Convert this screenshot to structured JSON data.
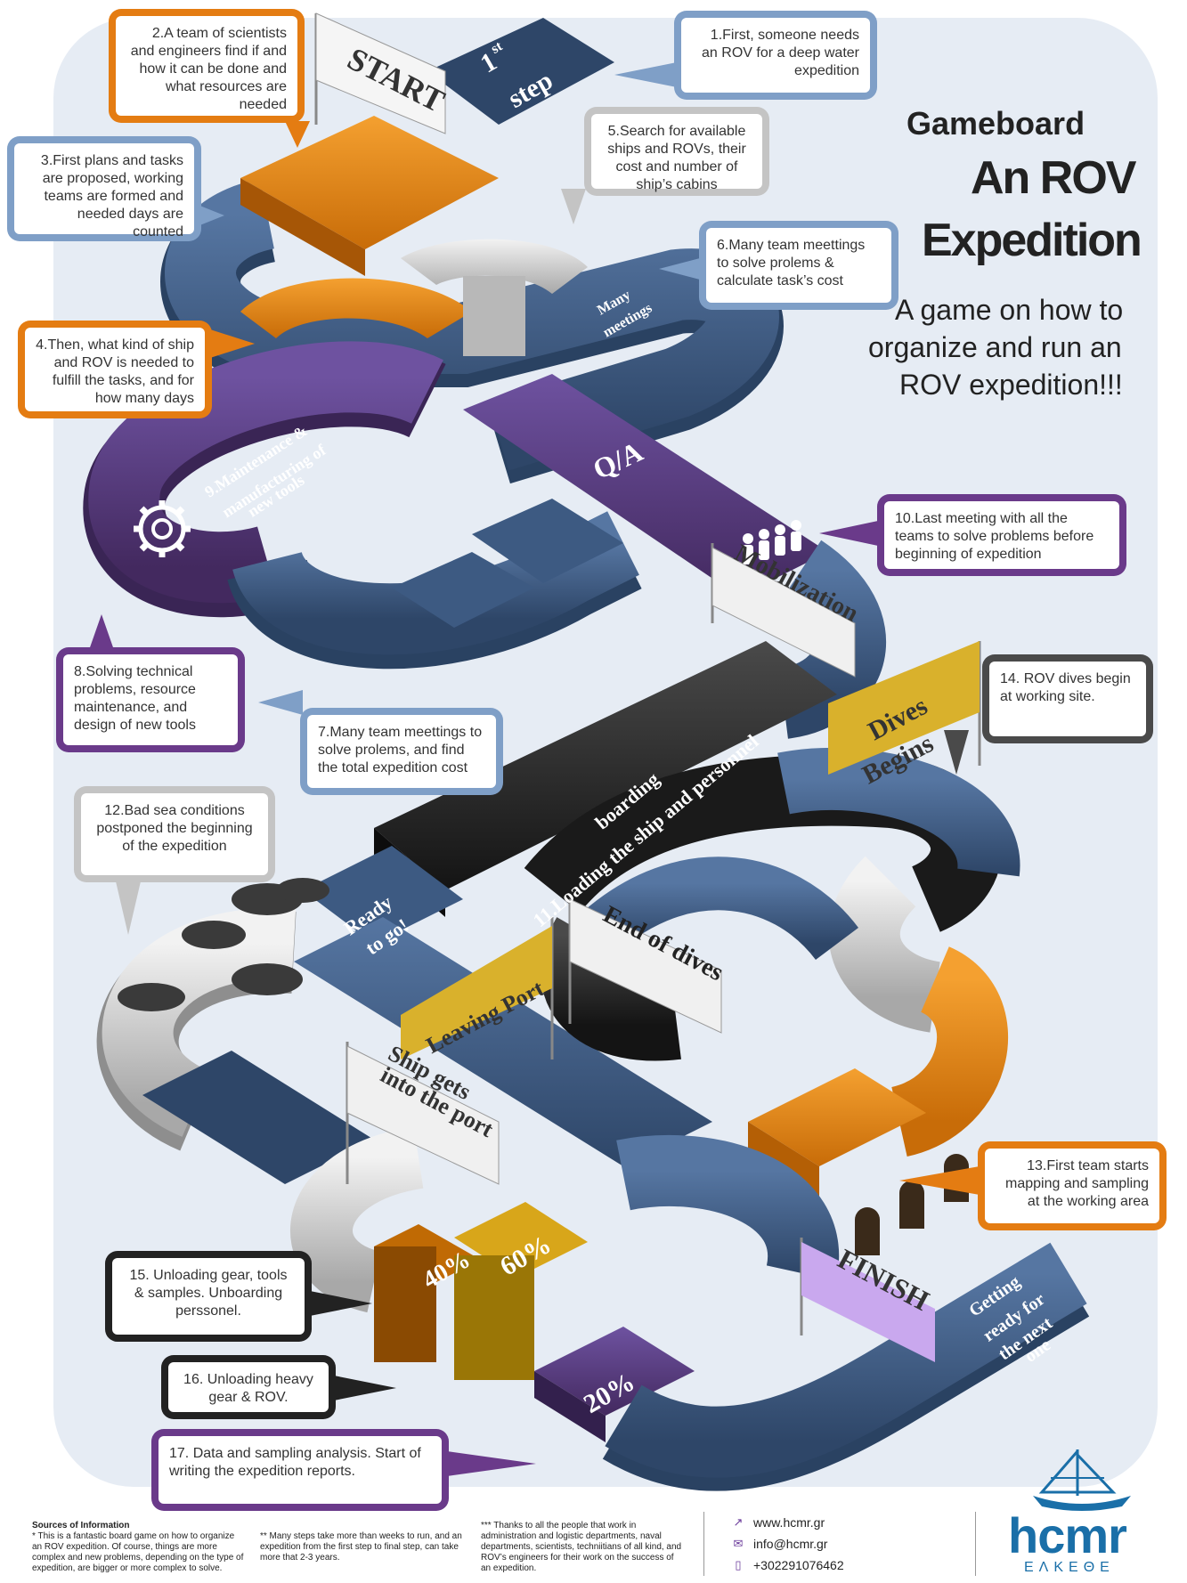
{
  "title": {
    "line1": "Gameboard",
    "line2": "An ROV",
    "line3": "Expedition",
    "subtitle1": "A game on how to",
    "subtitle2": "organize and run an",
    "subtitle3": "ROV expedition!!!"
  },
  "bubbles": [
    {
      "id": "step-1",
      "text": "1.First, someone needs an ROV for a deep water expedition",
      "color": "#7f9fc7"
    },
    {
      "id": "step-2",
      "text": "2.A team of scientists and engineers find if and how it can be done and what resources are needed",
      "color": "#e47c12"
    },
    {
      "id": "step-3",
      "text": "3.First plans and tasks are proposed, working teams are formed and needed days are counted",
      "color": "#7f9fc7"
    },
    {
      "id": "step-4",
      "text": "4.Then, what kind of ship and ROV is needed to fulfill the tasks, and for how many days",
      "color": "#e47c12"
    },
    {
      "id": "step-5",
      "text": "5.Search for available ships and ROVs, their cost and number of ship’s cabins",
      "color": "#c4c4c4"
    },
    {
      "id": "step-6",
      "text": "6.Many team meettings to solve prolems & calculate task’s cost",
      "color": "#7f9fc7"
    },
    {
      "id": "step-7",
      "text": "7.Many team meettings to solve prolems, and find the total expedition cost",
      "color": "#7f9fc7"
    },
    {
      "id": "step-8",
      "text": "8.Solving technical problems, resource maintenance, and design of new tools",
      "color": "#6a3a8a"
    },
    {
      "id": "step-10",
      "text": "10.Last meeting with all the teams to solve problems before beginning of expedition",
      "color": "#6a3a8a"
    },
    {
      "id": "step-12",
      "text": "12.Bad sea conditions postponed the beginning of the expedition",
      "color": "#c4c4c4"
    },
    {
      "id": "step-13",
      "text": "13.First team starts mapping and sampling at the working area",
      "color": "#e47c12"
    },
    {
      "id": "step-14",
      "text": "14. ROV dives begin at working site.",
      "color": "#4a4a4a"
    },
    {
      "id": "step-15",
      "text": "15. Unloading gear, tools & samples. Unboarding perssonel.",
      "color": "#222222"
    },
    {
      "id": "step-16",
      "text": "16. Unloading heavy gear & ROV.",
      "color": "#222222"
    },
    {
      "id": "step-17",
      "text": "17. Data and sampling analysis. Start of writing the expedition reports.",
      "color": "#6a3a8a"
    }
  ],
  "board_labels": {
    "start": "START",
    "first_step_1": "1",
    "first_step_sup": "st",
    "first_step_2": "step",
    "many_meetings_1": "Many",
    "many_meetings_2": "meetings",
    "qa": "Q/A",
    "maintenance": "9.Maintenance &",
    "maintenance_2": "manufacturing of",
    "maintenance_3": "new tools",
    "mobilization": "Mobilization",
    "loading_1": "11.Loading the ship and personnel",
    "loading_2": "boarding",
    "dives_begins_1": "Dives",
    "dives_begins_2": "Begins",
    "ready_1": "Ready",
    "ready_2": "to go!",
    "leaving_port": "Leaving Port",
    "end_of_dives": "End of dives",
    "ship_gets_1": "Ship gets",
    "ship_gets_2": "into the port",
    "p40": "40%",
    "p60": "60%",
    "p20": "20%",
    "finish": "FINISH",
    "getting_ready_1": "Getting",
    "getting_ready_2": "ready for",
    "getting_ready_3": "the next",
    "getting_ready_4": "one"
  },
  "footer": {
    "sources_title": "Sources of Information",
    "note1": "* This is a fantastic board game on how to organize an ROV expedition. Of course, things are more complex and new problems, depending on the type of expedition, are bigger or more complex to solve.",
    "note2": "** Many steps take more than weeks to run, and an expedition from the first step to final step, can take more that 2-3 years.",
    "note3": "*** Thanks to all the people that work in administration and logistic departments, naval departments, scientists, techniitians of all kind, and ROV’s engineers for their work on the success of an expedition.",
    "website": "www.hcmr.gr",
    "email": "info@hcmr.gr",
    "phone": "+302291076462",
    "logo": "hcmr",
    "logo_sub": "ΕΛΚΕΘΕ"
  },
  "colors": {
    "blue_tile": "#3d5a82",
    "blue_tile_dark": "#2a4262",
    "orange": "#e88a10",
    "purple": "#5a3d7e",
    "black": "#1e1e1e",
    "gray": "#c8c8c8",
    "gold": "#d9b12c",
    "lavender": "#c9a8ee"
  }
}
